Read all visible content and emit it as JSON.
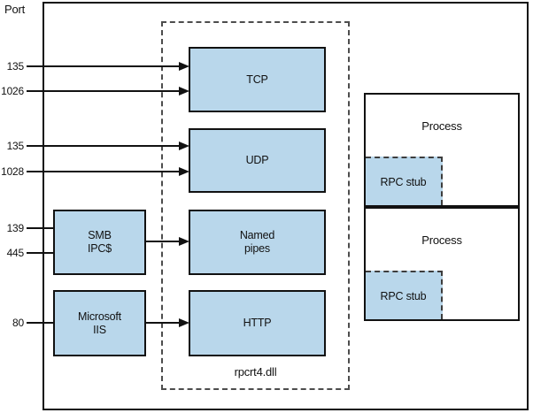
{
  "diagram": {
    "axis_label": "Port",
    "library_label": "rpcrt4.dll"
  },
  "ports": {
    "tcp_a": "135",
    "tcp_b": "1026",
    "udp_a": "135",
    "udp_b": "1028",
    "smb_a": "139",
    "smb_b": "445",
    "iis_a": "80"
  },
  "boxes": {
    "tcp": "TCP",
    "udp": "UDP",
    "named_pipes_line1": "Named",
    "named_pipes_line2": "pipes",
    "http": "HTTP",
    "smb_line1": "SMB",
    "smb_line2": "IPC$",
    "iis_line1": "Microsoft",
    "iis_line2": "IIS"
  },
  "processes": {
    "p1_label": "Process",
    "p1_stub": "RPC stub",
    "p2_label": "Process",
    "p2_stub": "RPC stub"
  },
  "colors": {
    "box_fill": "#b9d7eb",
    "line": "#111111",
    "dashed_border": "#4d4d4d"
  }
}
